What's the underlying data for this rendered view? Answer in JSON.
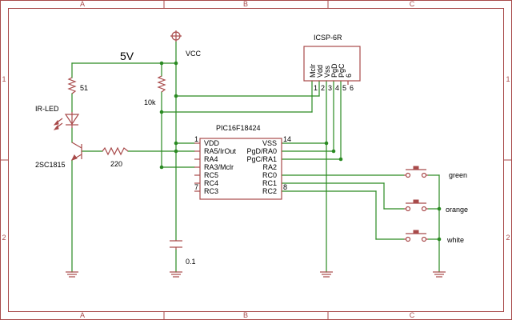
{
  "border": {
    "col_labels": [
      "A",
      "B",
      "C"
    ],
    "row_labels": [
      "1",
      "2"
    ]
  },
  "labels": {
    "vcc": "VCC",
    "supply": "5V",
    "r51": "51",
    "r10k": "10k",
    "r220": "220",
    "ir_led": "IR-LED",
    "transistor": "2SC1815",
    "cap": "0.1",
    "ic_name": "PIC16F18424",
    "icsp_name": "ICSP-6R",
    "btn_green": "green",
    "btn_orange": "orange",
    "btn_white": "white"
  },
  "ic": {
    "left_pins": [
      "VDD",
      "RA5/IrOut",
      "RA4",
      "RA3/Mclr",
      "RC5",
      "RC4",
      "RC3"
    ],
    "right_pins": [
      "VSS",
      "PgD/RA0",
      "PgC/RA1",
      "RA2",
      "RC0",
      "RC1",
      "RC2"
    ],
    "pin_numbers": {
      "vdd": "1",
      "vss": "14",
      "rc4": "7",
      "rc2": "8"
    }
  },
  "icsp": {
    "pins": [
      "Mclr",
      "Vdd",
      "Vss",
      "PgD",
      "PgC",
      "6"
    ],
    "pin_numbers": [
      "1",
      "2",
      "3",
      "4",
      "5",
      "6"
    ]
  },
  "colors": {
    "wire": "#2a8a22",
    "symbol": "#a84a4a",
    "text": "#000000"
  }
}
